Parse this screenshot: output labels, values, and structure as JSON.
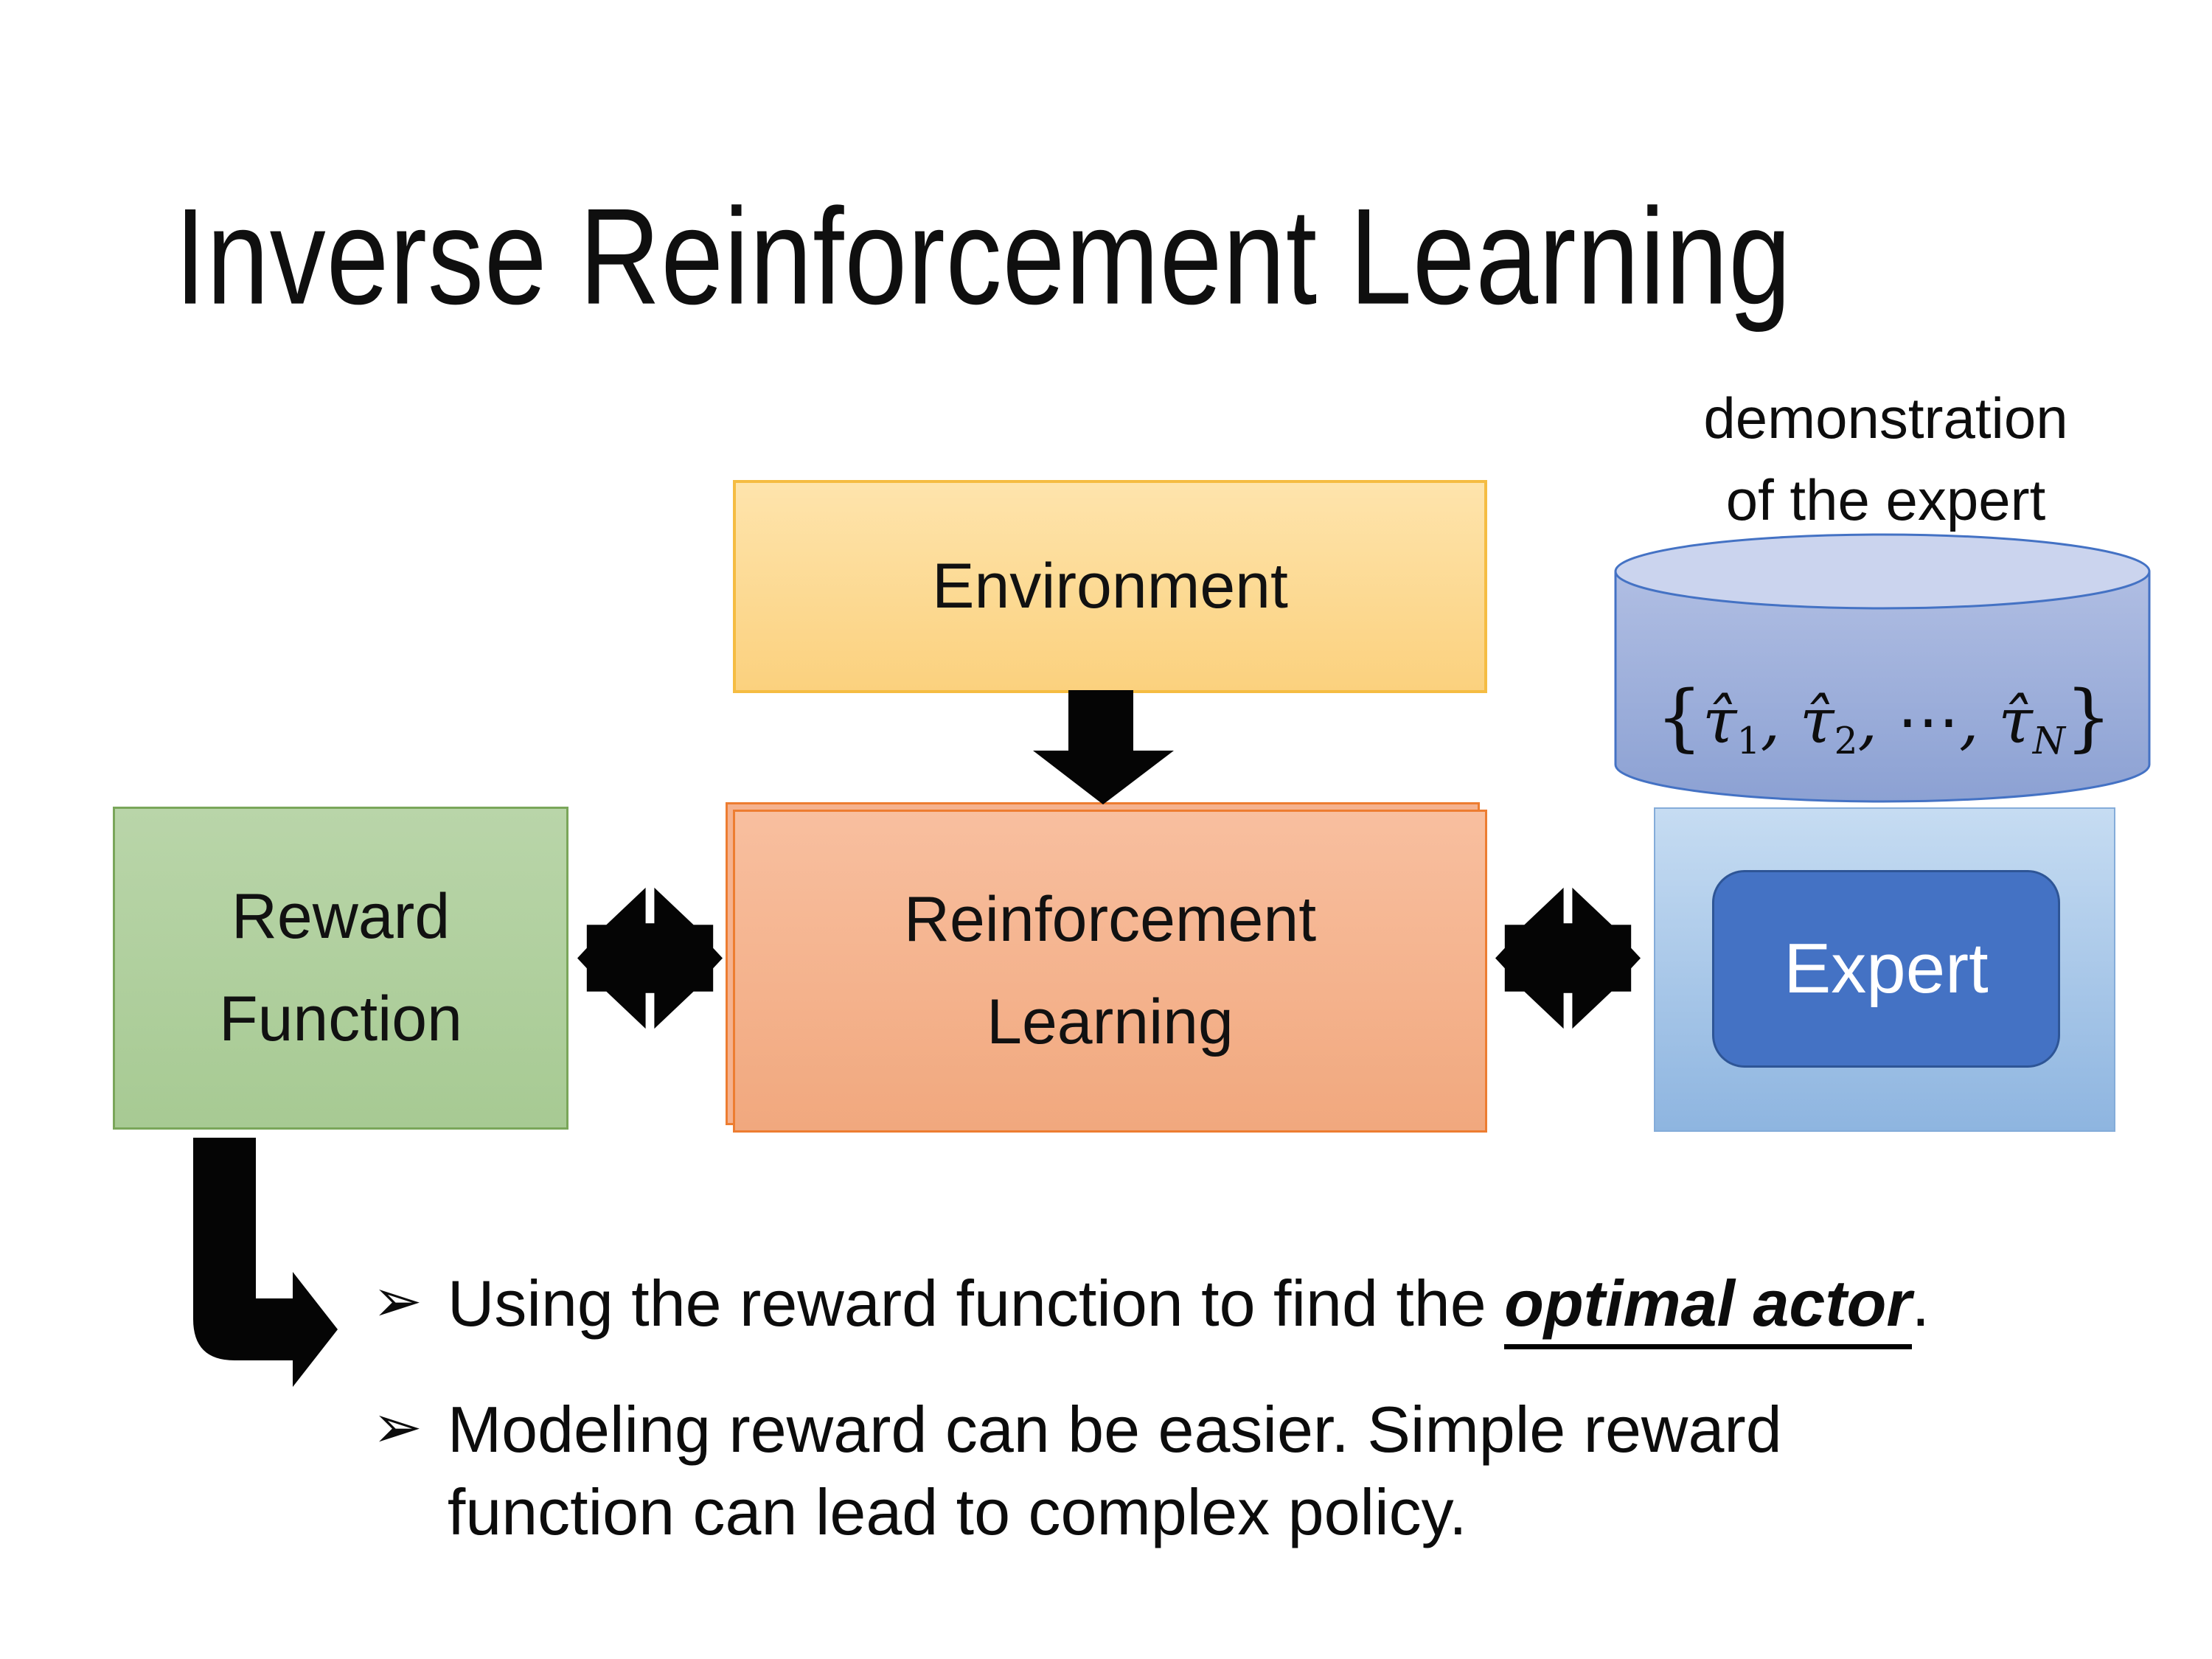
{
  "slide": {
    "title": "Inverse Reinforcement Learning"
  },
  "diagram": {
    "demonstration_caption": {
      "line1": "demonstration",
      "line2": "of the expert"
    },
    "environment": {
      "label": "Environment"
    },
    "reward_function": {
      "line1": "Reward",
      "line2": "Function"
    },
    "reinforcement_learning": {
      "line1": "Reinforcement",
      "line2": "Learning"
    },
    "expert": {
      "label": "Expert"
    },
    "cylinder_formula": {
      "open": "{",
      "tau": "τ̂",
      "sub1": "1",
      "comma1": ", ",
      "sub2": "2",
      "comma2": ", ",
      "dots": "⋯",
      "comma3": ", ",
      "subN": "N",
      "close": "}"
    }
  },
  "bullets": {
    "glyph": "➢",
    "item1_prefix": "Using the reward function to find the ",
    "item1_highlight": "optimal actor",
    "item1_suffix": ".",
    "item2": "Modeling reward can be easier. Simple reward function can lead to complex policy."
  },
  "colors": {
    "environment_fill": "#FBD17E",
    "environment_border": "#F5BC42",
    "reward_fill": "#A7CA93",
    "reward_border": "#7AA65A",
    "rl_fill": "#F1A87E",
    "rl_border": "#ED7D31",
    "expert_container_fill": "#8EB5E0",
    "expert_fill": "#4472C4",
    "expert_border": "#2E5596",
    "cylinder_fill": "#8CA1D3",
    "cylinder_top_fill": "#CBD4EE",
    "cylinder_border": "#4472C4",
    "arrow_color": "#050505"
  }
}
